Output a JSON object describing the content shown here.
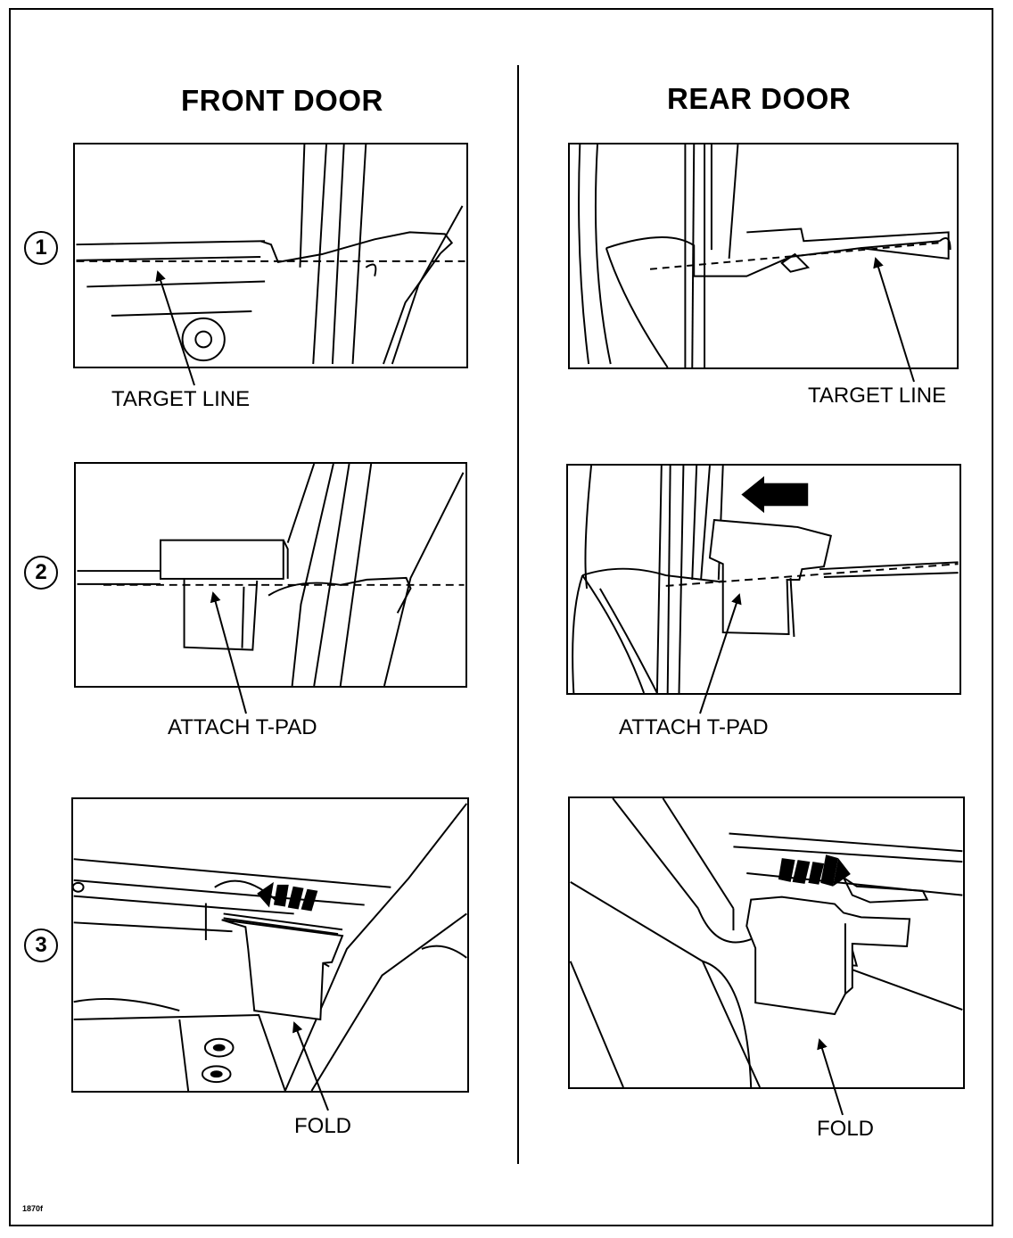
{
  "headings": {
    "front": "FRONT DOOR",
    "rear": "REAR DOOR"
  },
  "steps": [
    "1",
    "2",
    "3"
  ],
  "callouts": {
    "front_1": "TARGET LINE",
    "rear_1": "TARGET LINE",
    "front_2": "ATTACH T-PAD",
    "rear_2": "ATTACH T-PAD",
    "front_3": "FOLD",
    "rear_3": "FOLD"
  },
  "figure_number": "1870f"
}
